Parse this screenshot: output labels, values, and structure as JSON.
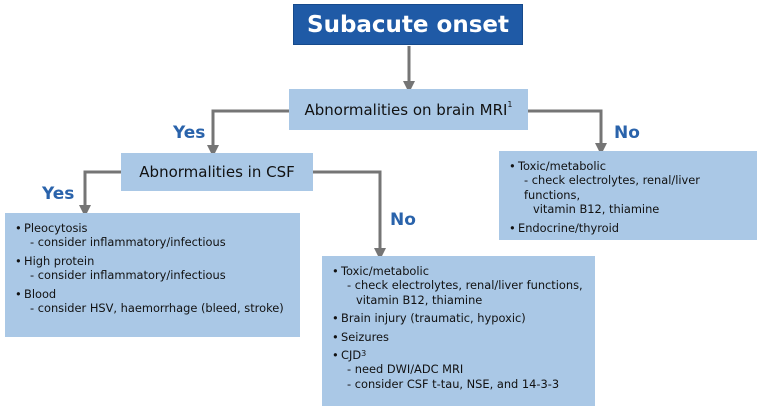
{
  "top": {
    "title": "Subacute onset"
  },
  "mri": {
    "label": "Abnormalities on brain MRI",
    "sup": "1"
  },
  "csf": {
    "label": "Abnormalities in CSF"
  },
  "labels": {
    "mri_yes": "Yes",
    "mri_no": "No",
    "csf_yes": "Yes",
    "csf_no": "No"
  },
  "csf_yes_box": {
    "items": [
      {
        "main": "Pleocytosis",
        "sub": "- consider inflammatory/infectious"
      },
      {
        "main": "High protein",
        "sub": "- consider inflammatory/infectious"
      },
      {
        "main": "Blood",
        "sub": "- consider HSV, haemorrhage (bleed, stroke)"
      }
    ]
  },
  "csf_no_box": {
    "item1_main": "Toxic/metabolic",
    "item1_sub1": "- check electrolytes, renal/liver functions,",
    "item1_sub2": "vitamin B12, thiamine",
    "item2_main": "Brain injury (traumatic, hypoxic)",
    "item3_main": "Seizures",
    "item4_main": "CJD",
    "item4_sup": "3",
    "item4_sub1": "- need DWI/ADC MRI",
    "item4_sub2": "- consider CSF t-tau, NSE, and 14-3-3"
  },
  "mri_no_box": {
    "item1_main": "Toxic/metabolic",
    "item1_sub1": "- check electrolytes, renal/liver functions,",
    "item1_sub2": "vitamin B12, thiamine",
    "item2_main": "Endocrine/thyroid"
  },
  "colors": {
    "dark_blue": "#1f5aa6",
    "light_blue": "#aac8e6",
    "arrow_gray": "#757575",
    "label_blue": "#2a63ab"
  }
}
